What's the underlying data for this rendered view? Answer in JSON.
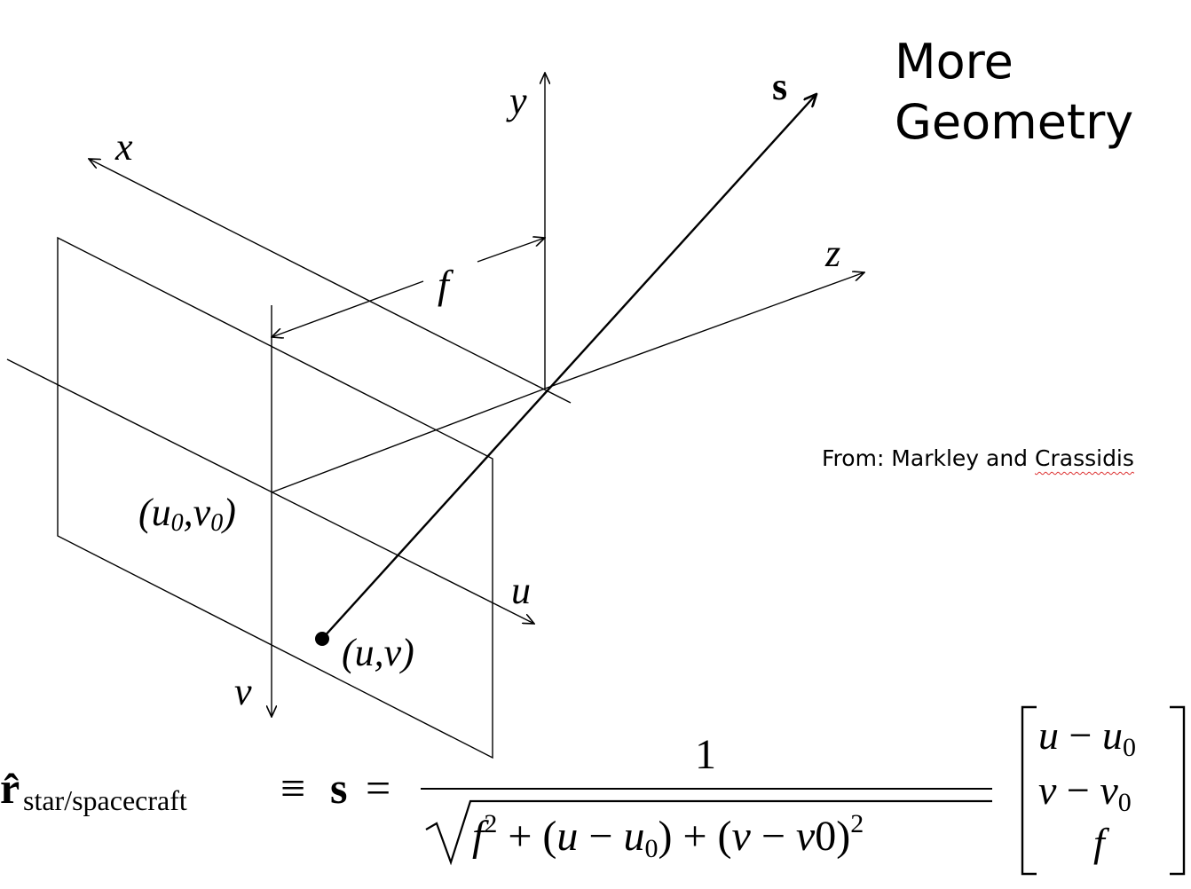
{
  "slide": {
    "title_line1": "More",
    "title_line2": "Geometry",
    "credit_prefix": "From: Markley and ",
    "credit_misspelled": "Crassidis"
  },
  "diagram": {
    "labels": {
      "x": "x",
      "y": "y",
      "z": "z",
      "s": "s",
      "f": "f",
      "u": "u",
      "v": "v",
      "principal_point": "(u0,v0)",
      "image_point": "(u,v)"
    }
  },
  "equation": {
    "lhs_symbol": "r̂",
    "lhs_subscript": "star/spacecraft",
    "equiv": "≡",
    "s": "s",
    "equals": "=",
    "numerator": "1",
    "denominator": "f² + (u − u0) + (v − v0)²",
    "matrix_rows": [
      "u − u0",
      "v − v0",
      "f"
    ]
  }
}
